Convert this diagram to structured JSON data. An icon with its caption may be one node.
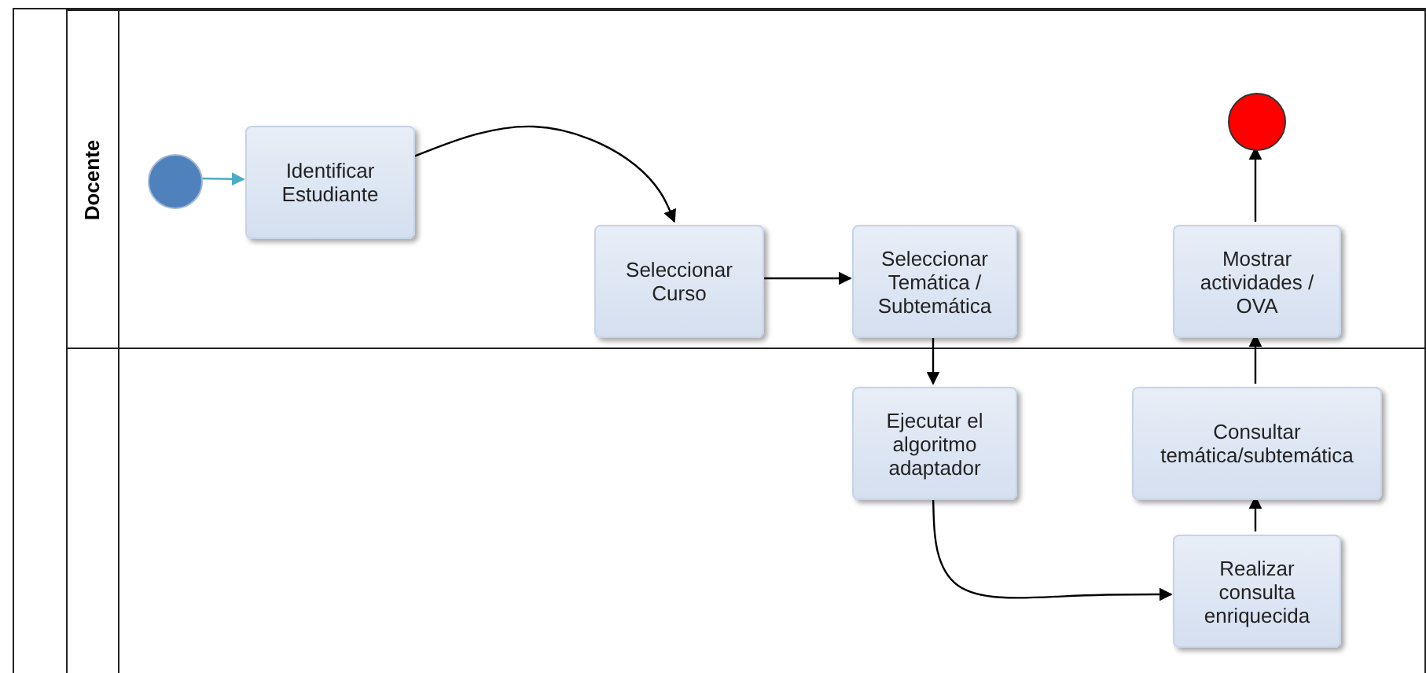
{
  "diagram": {
    "nodes": [
      {
        "text": [],
        "shape": "box"
      },
      {
        "text": [
          "Docente"
        ],
        "in": 0
      },
      {
        "text": [],
        "shape": "box",
        "in": 0
      },
      {
        "text": [],
        "shape": "circle",
        "in": 1
      },
      {
        "text": [
          "Identificar Estudiante"
        ],
        "in": 1
      },
      {
        "text": [
          "Seleccionar Curso"
        ],
        "in": 1
      },
      {
        "text": [
          "Seleccionar Temática / Subtemática"
        ],
        "in": 1
      },
      {
        "text": [
          "Mostrar actividades / OVA"
        ],
        "in": 1
      },
      {
        "text": [],
        "shape": "circle",
        "in": 1
      },
      {
        "text": [
          "Ejecutar el algoritmo adaptador"
        ],
        "in": 2
      },
      {
        "text": [
          "Consultar temática/subtemática"
        ],
        "in": 2
      },
      {
        "text": [
          "Realizar consulta enriquecida"
        ],
        "in": 2
      }
    ],
    "edges": [
      {
        "from": 3,
        "to": 4,
        "arrow": "to",
        "color": "#4bacc6"
      },
      {
        "from": 4,
        "to": 5,
        "arrow": "to"
      },
      {
        "from": 5,
        "to": 6,
        "arrow": "to"
      },
      {
        "from": 6,
        "to": 9,
        "arrow": "to"
      },
      {
        "from": 9,
        "to": 11,
        "arrow": "to"
      },
      {
        "from": 11,
        "to": 10,
        "arrow": "to"
      },
      {
        "from": 10,
        "to": 7,
        "arrow": "to"
      },
      {
        "from": 7,
        "to": 8,
        "arrow": "to"
      }
    ]
  }
}
